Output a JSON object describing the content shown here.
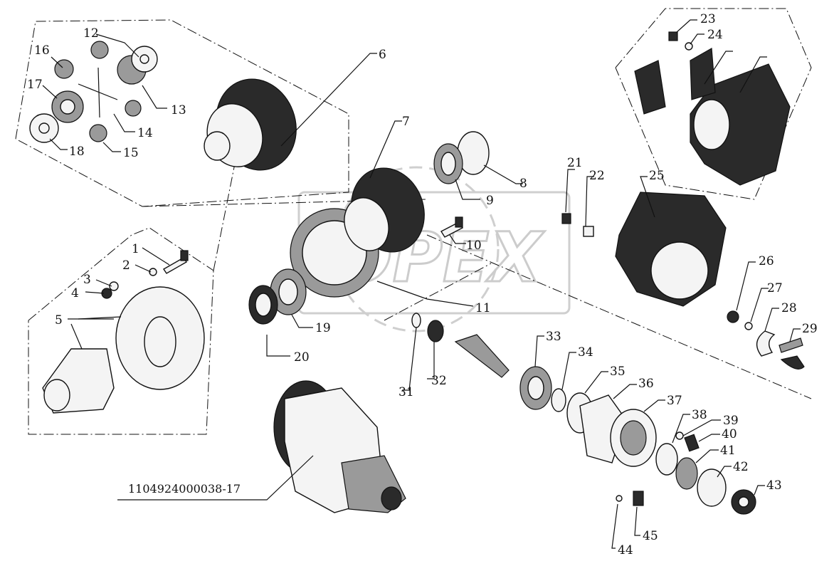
{
  "watermark": {
    "text": "OPEX"
  },
  "assembly_code": "1104924000038-17",
  "callouts": [
    {
      "id": "1",
      "label": "1"
    },
    {
      "id": "2",
      "label": "2"
    },
    {
      "id": "3",
      "label": "3"
    },
    {
      "id": "4",
      "label": "4"
    },
    {
      "id": "5",
      "label": "5"
    },
    {
      "id": "6",
      "label": "6"
    },
    {
      "id": "7",
      "label": "7"
    },
    {
      "id": "8",
      "label": "8"
    },
    {
      "id": "9",
      "label": "9"
    },
    {
      "id": "10",
      "label": "10"
    },
    {
      "id": "11",
      "label": "11"
    },
    {
      "id": "12",
      "label": "12"
    },
    {
      "id": "13",
      "label": "13"
    },
    {
      "id": "14",
      "label": "14"
    },
    {
      "id": "15",
      "label": "15"
    },
    {
      "id": "16",
      "label": "16"
    },
    {
      "id": "17",
      "label": "17"
    },
    {
      "id": "18",
      "label": "18"
    },
    {
      "id": "19",
      "label": "19"
    },
    {
      "id": "20",
      "label": "20"
    },
    {
      "id": "21",
      "label": "21"
    },
    {
      "id": "22",
      "label": "22"
    },
    {
      "id": "23",
      "label": "23"
    },
    {
      "id": "24",
      "label": "24"
    },
    {
      "id": "25",
      "label": "25"
    },
    {
      "id": "26",
      "label": "26"
    },
    {
      "id": "27",
      "label": "27"
    },
    {
      "id": "28",
      "label": "28"
    },
    {
      "id": "29",
      "label": "29"
    },
    {
      "id": "31",
      "label": "31"
    },
    {
      "id": "32",
      "label": "32"
    },
    {
      "id": "33",
      "label": "33"
    },
    {
      "id": "34",
      "label": "34"
    },
    {
      "id": "35",
      "label": "35"
    },
    {
      "id": "36",
      "label": "36"
    },
    {
      "id": "37",
      "label": "37"
    },
    {
      "id": "38",
      "label": "38"
    },
    {
      "id": "39",
      "label": "39"
    },
    {
      "id": "40",
      "label": "40"
    },
    {
      "id": "41",
      "label": "41"
    },
    {
      "id": "42",
      "label": "42"
    },
    {
      "id": "43",
      "label": "43"
    },
    {
      "id": "44",
      "label": "44"
    },
    {
      "id": "45",
      "label": "45"
    }
  ]
}
